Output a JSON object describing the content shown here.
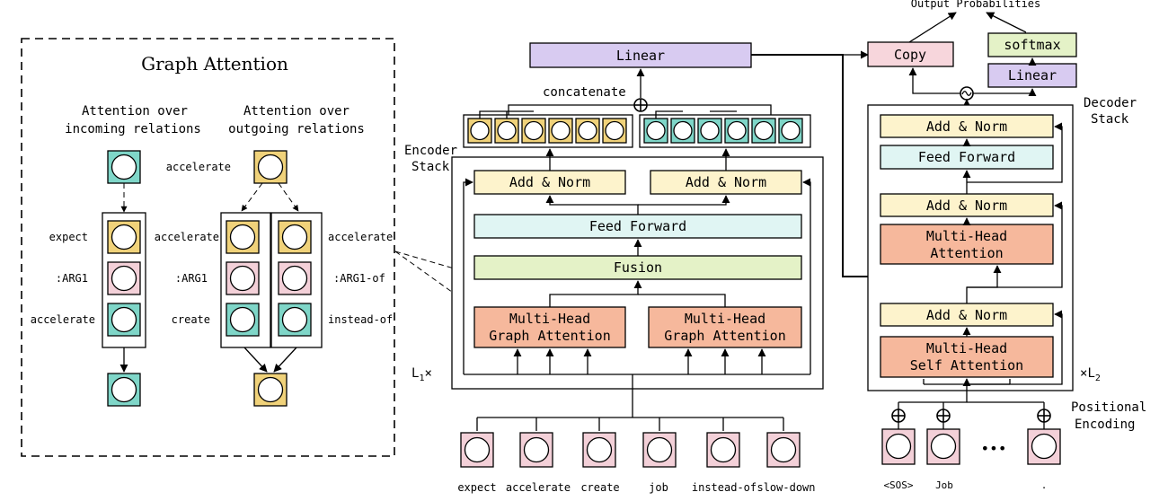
{
  "colors": {
    "purple": "#d8cbf1",
    "pink": "#f7d6dc",
    "pink_node": "#f3d0d8",
    "green": "#e4f2c7",
    "cyan": "#e0f5f3",
    "yellow": "#fdf3cc",
    "orange": "#f6b89c",
    "teal_node": "#7fd6c8",
    "gold_node": "#f0d27a"
  },
  "graph_attention": {
    "title": "Graph Attention",
    "incoming_caption": [
      "Attention over",
      "incoming relations"
    ],
    "outgoing_caption": [
      "Attention over",
      "outgoing relations"
    ],
    "top_node_label": "accelerate",
    "incoming_labels": [
      "expect",
      ":ARG1",
      "accelerate"
    ],
    "outgoing_left_labels": [
      "accelerate",
      ":ARG1",
      "create"
    ],
    "outgoing_right_labels": [
      "accelerate",
      ":ARG1-of",
      "instead-of"
    ]
  },
  "encoder": {
    "linear_label": "Linear",
    "concat_label": "concatenate",
    "stack_label": [
      "Encoder",
      "Stack"
    ],
    "add_norm_label": "Add & Norm",
    "feed_forward_label": "Feed Forward",
    "fusion_label": "Fusion",
    "graph_attention_label": [
      "Multi-Head",
      "Graph Attention"
    ],
    "repeat_label": "L",
    "repeat_sub": "1",
    "repeat_mark": "×"
  },
  "input_tokens": [
    "expect",
    "accelerate",
    "create",
    "job",
    "instead-of",
    "slow-down"
  ],
  "decoder": {
    "output_label": "Output Probabilities",
    "copy_label": "Copy",
    "softmax_label": "softmax",
    "linear_label": "Linear",
    "stack_label": [
      "Decoder",
      "Stack"
    ],
    "add_norm_label": "Add & Norm",
    "feed_forward_label": "Feed Forward",
    "multi_head_attention_label": [
      "Multi-Head",
      "Attention"
    ],
    "self_attention_label": [
      "Multi-Head",
      "Self Attention"
    ],
    "repeat_mark": "×",
    "repeat_label": "L",
    "repeat_sub": "2",
    "positional_label": [
      "Positional",
      "Encoding"
    ],
    "tokens": [
      "<SOS>",
      "Job",
      "."
    ],
    "ellipsis": "•••"
  }
}
